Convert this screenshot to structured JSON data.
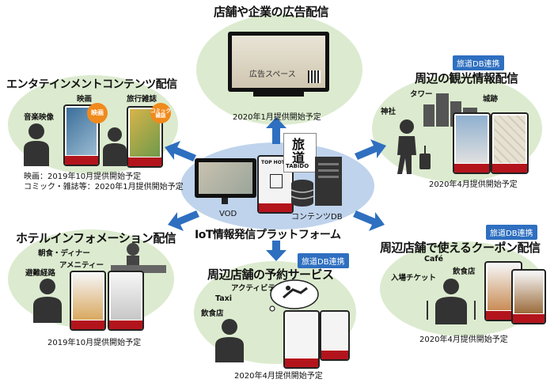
{
  "hub": {
    "platform_label": "IoT情報発信プラットフォーム",
    "vod_label": "VOD",
    "contents_db_label": "コンテンツDB",
    "tabido_kanji_1": "旅",
    "tabido_kanji_2": "道",
    "tabido_logo": "TABiDO",
    "hotel_screen_title": "TOP HOTEL"
  },
  "ads": {
    "title": "店舗や企業の広告配信",
    "screen_text": "広告スペース",
    "date": "2020年1月提供開始予定"
  },
  "entertainment": {
    "title": "エンタテインメントコンテンツ配信",
    "label_video": "映画",
    "label_magazine": "旅行雑誌",
    "label_music": "音楽映像",
    "badge_movie": "映画",
    "badge_comic": "コミック雑誌",
    "date_line1": "映画：2019年10月提供開始予定",
    "date_line2": "コミック・雑誌等：2020年1月提供開始予定"
  },
  "tourism": {
    "badge": "旅道DB連携",
    "title": "周辺の観光情報配信",
    "label_tower": "タワー",
    "label_shrine": "神社",
    "label_castle": "城跡",
    "date": "2020年4月提供開始予定"
  },
  "hotel_info": {
    "title": "ホテルインフォメーション配信",
    "label_breakfast": "朝食・ディナー",
    "label_amenity": "アメニティー",
    "label_evacuation": "避難経路",
    "date": "2019年10月提供開始予定"
  },
  "reservation": {
    "badge": "旅道DB連携",
    "title": "周辺店舗の予約サービス",
    "label_activity": "アクティビティ",
    "label_taxi": "Taxi",
    "label_restaurant": "飲食店",
    "date": "2020年4月提供開始予定"
  },
  "coupon": {
    "badge": "旅道DB連携",
    "title": "周辺店舗で使えるクーポン配信",
    "label_cafe": "Café",
    "label_ticket": "入場チケット",
    "label_restaurant": "飲食店",
    "date": "2020年4月提供開始予定"
  },
  "colors": {
    "blob_green": "#dcebcf",
    "hub_blue": "#bfd3ec",
    "arrow_blue": "#2e6fc0",
    "phone_red": "#b3141c",
    "badge_orange": "#f08a1c"
  }
}
